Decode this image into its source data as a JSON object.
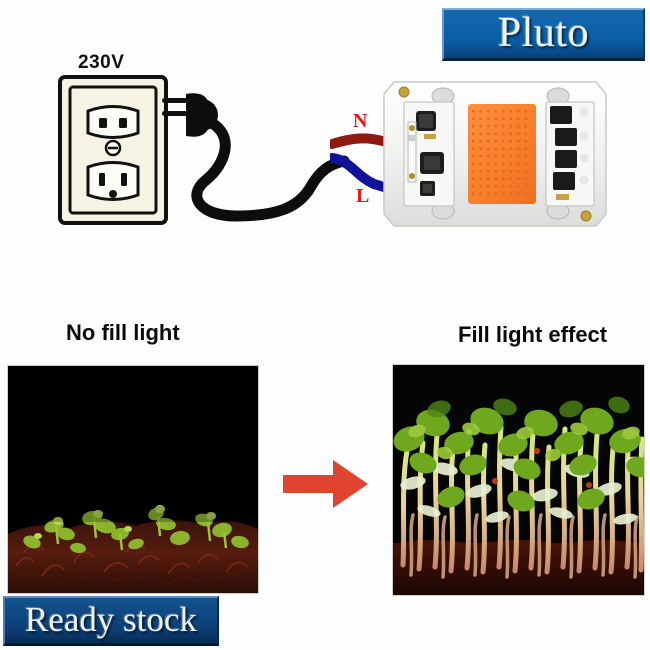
{
  "banners": {
    "top_right": {
      "text": "Pluto",
      "bg_color": "#0f63ab"
    },
    "bottom_left": {
      "text": "Ready stock",
      "bg_color": "#104a86"
    }
  },
  "wiring_diagram": {
    "voltage_label": "230V",
    "outlet_icon": "wall-outlet-icon",
    "plug_icon": "power-plug-icon",
    "cable_icon": "power-cable-icon",
    "wire_labels": {
      "neutral": "N",
      "live": "L",
      "neutral_wire_color": "#8f1a12",
      "live_wire_color": "#10139a",
      "label_color": "#e01b18"
    },
    "led_chip": {
      "icon": "led-cob-chip-icon",
      "board_color": "#f1f1ef",
      "emitter_color": "#f8802e"
    }
  },
  "comparison": {
    "left": {
      "caption": "No fill light",
      "image_alt": "sprouts-no-fill-light-photo"
    },
    "right": {
      "caption": "Fill light effect",
      "image_alt": "sprouts-fill-light-photo"
    },
    "arrow": {
      "icon": "right-arrow-icon",
      "color": "#e0432f"
    }
  }
}
